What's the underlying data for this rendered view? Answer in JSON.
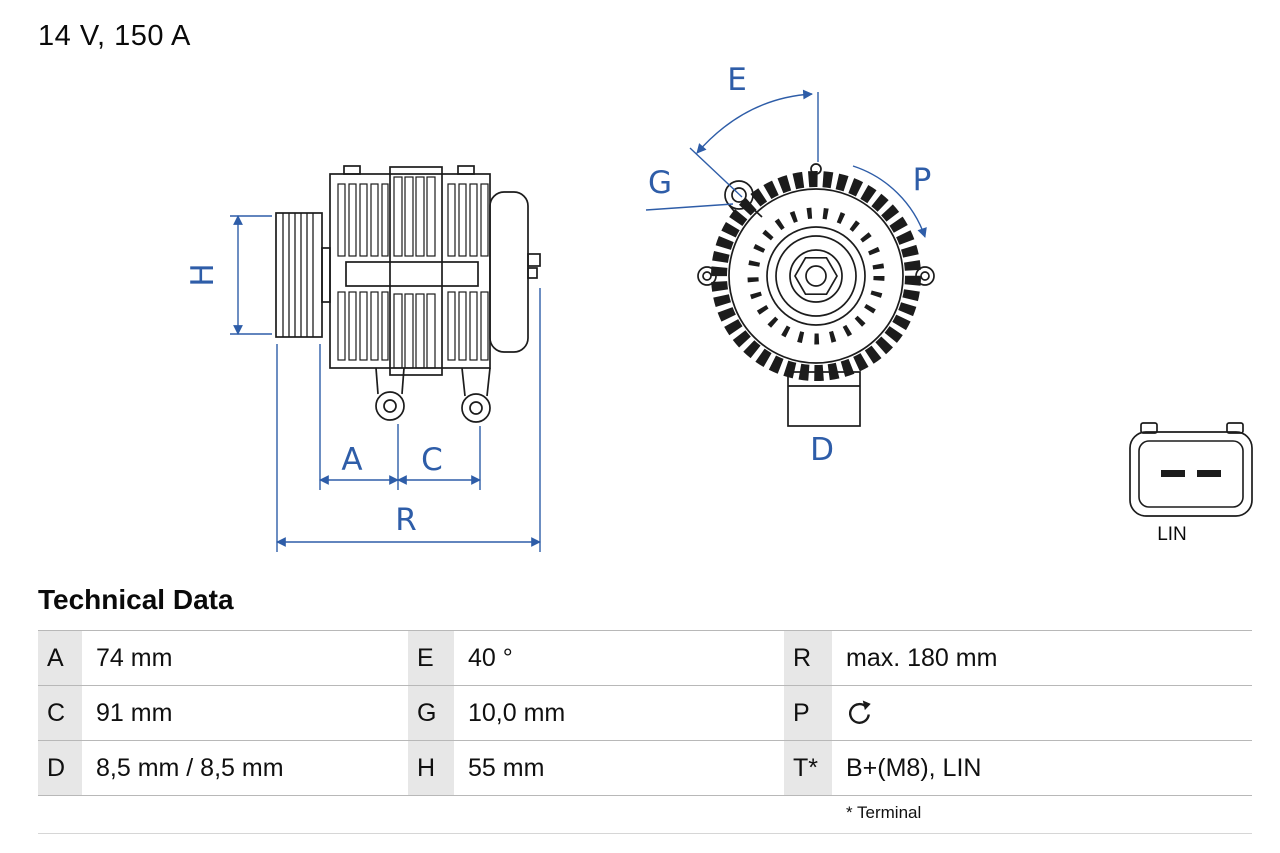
{
  "header": {
    "rating": "14 V, 150 A"
  },
  "diagram": {
    "dimension_labels": {
      "h": "H",
      "a": "A",
      "c": "C",
      "r": "R",
      "e": "E",
      "g": "G",
      "p": "P",
      "d": "D"
    },
    "connector_label": "LIN",
    "icons": {
      "p_value_icon": "rotation-direction-icon"
    },
    "colors": {
      "dimension_blue": "#2e5da8",
      "drawing_line": "#1c1c1c",
      "table_key_bg": "#e7e7e7"
    }
  },
  "technical_data": {
    "title": "Technical Data",
    "rows": [
      {
        "c1k": "A",
        "c1v": "74 mm",
        "c2k": "E",
        "c2v": "40 °",
        "c3k": "R",
        "c3v": "max. 180 mm"
      },
      {
        "c1k": "C",
        "c1v": "91 mm",
        "c2k": "G",
        "c2v": "10,0 mm",
        "c3k": "P",
        "c3v": ""
      },
      {
        "c1k": "D",
        "c1v": "8,5 mm / 8,5 mm",
        "c2k": "H",
        "c2v": "55 mm",
        "c3k": "T*",
        "c3v": "B+(M8), LIN"
      }
    ],
    "footnote": "* Terminal"
  }
}
